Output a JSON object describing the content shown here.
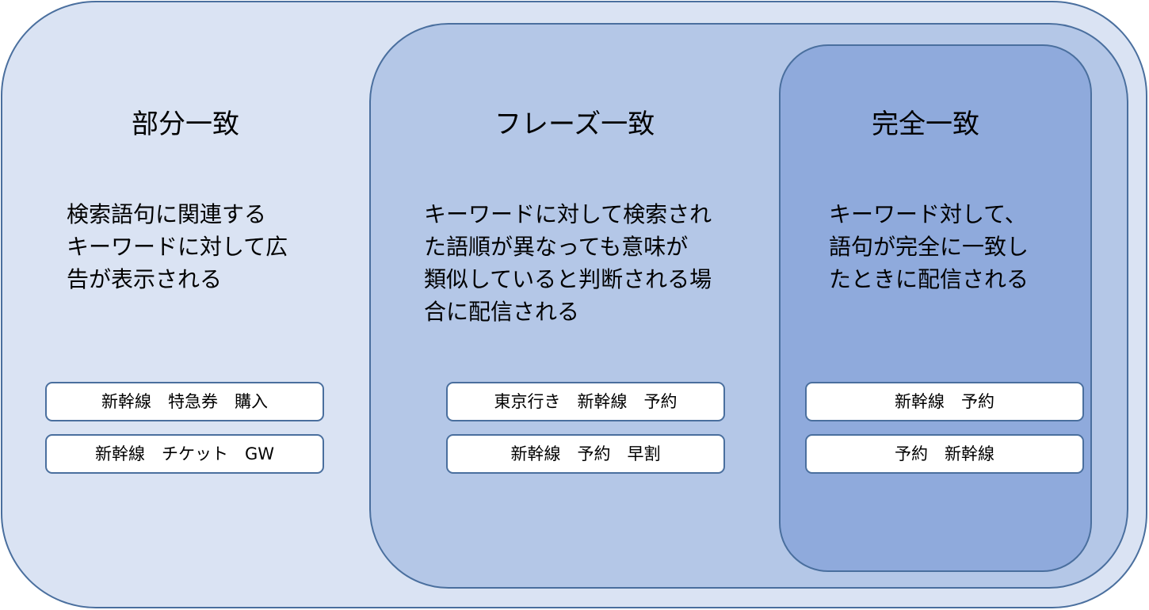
{
  "colors": {
    "broad_fill": "#dae3f3",
    "phrase_fill": "#b4c7e7",
    "exact_fill": "#8faadc",
    "border": "#4a6f9e",
    "keyword_box_fill": "#ffffff"
  },
  "broad": {
    "title": "部分一致",
    "description": "検索語句に関連する\nキーワードに対して広\n告が表示される",
    "keywords": [
      "新幹線　特急券　購入",
      "新幹線　チケット　GW"
    ]
  },
  "phrase": {
    "title": "フレーズ一致",
    "description": "キーワードに対して検索され\nた語順が異なっても意味が\n類似していると判断される場\n合に配信される",
    "keywords": [
      "東京行き　新幹線　予約",
      "新幹線　予約　早割"
    ]
  },
  "exact": {
    "title": "完全一致",
    "description": "キーワード対して、\n語句が完全に一致し\nたときに配信される",
    "keywords": [
      "新幹線　予約",
      "予約　新幹線"
    ]
  }
}
